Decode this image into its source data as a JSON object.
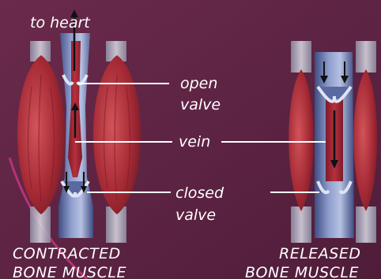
{
  "labels": {
    "to_heart": "to heart",
    "open_valve_line1": "open",
    "open_valve_line2": "valve",
    "vein": "vein",
    "closed_valve_line1": "closed",
    "closed_valve_line2": "valve",
    "contracted_line1": "CONTRACTED",
    "contracted_line2": "BONE MUSCLE",
    "released_line1": "RELEASED",
    "released_line2": "BONE MUSCLE"
  },
  "colors": {
    "background": "#5e2442",
    "muscle": "#b0303a",
    "vein": "#6f7fb3",
    "blood": "#a02430",
    "label": "#ffffff"
  }
}
